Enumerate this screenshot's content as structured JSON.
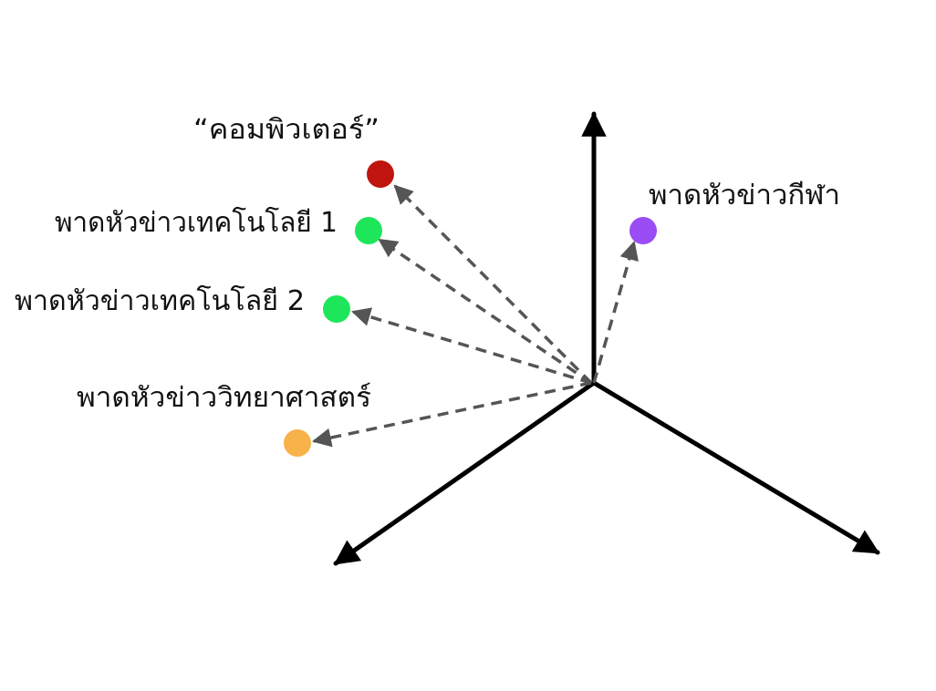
{
  "points": [
    {
      "label": "“คอมพิวเตอร์”",
      "color": "#c0140f"
    },
    {
      "label": "พาดหัวข่าวเทคโนโลยี 1",
      "color": "#1ee65a"
    },
    {
      "label": "พาดหัวข่าวเทคโนโลยี 2",
      "color": "#1ee65a"
    },
    {
      "label": "พาดหัวข่าววิทยาศาสตร์",
      "color": "#f7b24a"
    },
    {
      "label": "พาดหัวข่าวกีฬา",
      "color": "#9a4cf5"
    }
  ],
  "colors": {
    "axis": "#000000",
    "vector": "#555555"
  }
}
